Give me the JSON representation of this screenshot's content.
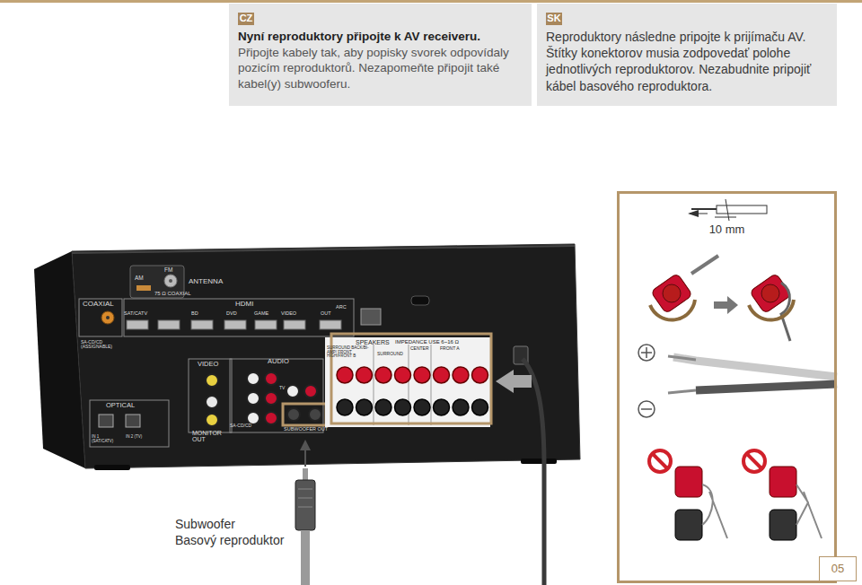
{
  "diagram": {
    "nodes": [
      {
        "text": [
          "Nyní reproduktory připojte k AV receiveru.",
          "Připojte kabely tak, aby popisky svorek odpovídaly pozicím reproduktorů. Nezapomeňte připojit také kabel(y) subwooferu."
        ]
      },
      {
        "text": [
          "CZ"
        ],
        "in": 0
      },
      {
        "text": [
          "Reproduktory následne pripojte k prijímaču AV.",
          "Štítky konektorov musia zodpovedať polohe jednotlivých reproduktorov. Nezabudnite pripojiť kábel basového reproduktora."
        ]
      },
      {
        "text": [
          "SK"
        ],
        "in": 2
      },
      {
        "text": [
          "10 mm"
        ]
      },
      {
        "text": [
          "05"
        ]
      }
    ],
    "labels": [
      "Subwoofer",
      "Basový reproduktor",
      "FM",
      "AM",
      "ANTENNA",
      "75 Ω COAXIAL",
      "COAXIAL",
      "HDMI",
      "SAT/CATV",
      "BD",
      "DVD",
      "GAME",
      "VIDEO",
      "OUT",
      "ARC",
      "SA-CD/CD (ASSIGNABLE)",
      "VIDEO",
      "AUDIO",
      "SPEAKERS",
      "IMPEDANCE USE 6~16 Ω",
      "SURROUND BACK/BI-AMP/ FRONT HIGH/FRONT B",
      "SURROUND",
      "CENTER",
      "FRONT A",
      "OPTICAL",
      "IN 1 (SAT/CATV)",
      "IN 2 (TV)",
      "MONITOR OUT",
      "SUBWOOFER OUT",
      "TV",
      "SA-CD/CD"
    ]
  }
}
